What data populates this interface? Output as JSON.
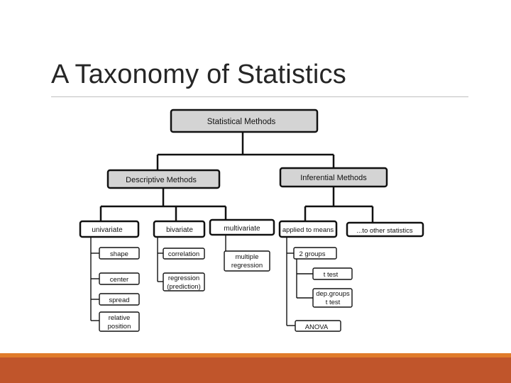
{
  "slide": {
    "title": "A Taxonomy of Statistics"
  },
  "diagram": {
    "root": "Statistical Methods",
    "descriptive": "Descriptive Methods",
    "inferential": "Inferential Methods",
    "univariate": "univariate",
    "bivariate": "bivariate",
    "multivariate": "multivariate",
    "applied_to_means": "applied to means",
    "to_other_statistics": "...to other statistics",
    "shape": "shape",
    "center": "center",
    "spread": "spread",
    "relative_position_line1": "relative",
    "relative_position_line2": "position",
    "correlation": "correlation",
    "regression_line1": "regression",
    "regression_line2": "(prediction)",
    "multiple_regression_line1": "multiple",
    "multiple_regression_line2": "regression",
    "two_groups": "2 groups",
    "t_test": "t test",
    "dep_groups_line1": "dep.groups",
    "dep_groups_line2": "t test",
    "anova": "ANOVA"
  },
  "colors": {
    "accent_bar": "#c0552b",
    "accent_bar_top": "#e07b2a",
    "box_fill_gray": "#d4d4d4",
    "line": "#111111"
  }
}
